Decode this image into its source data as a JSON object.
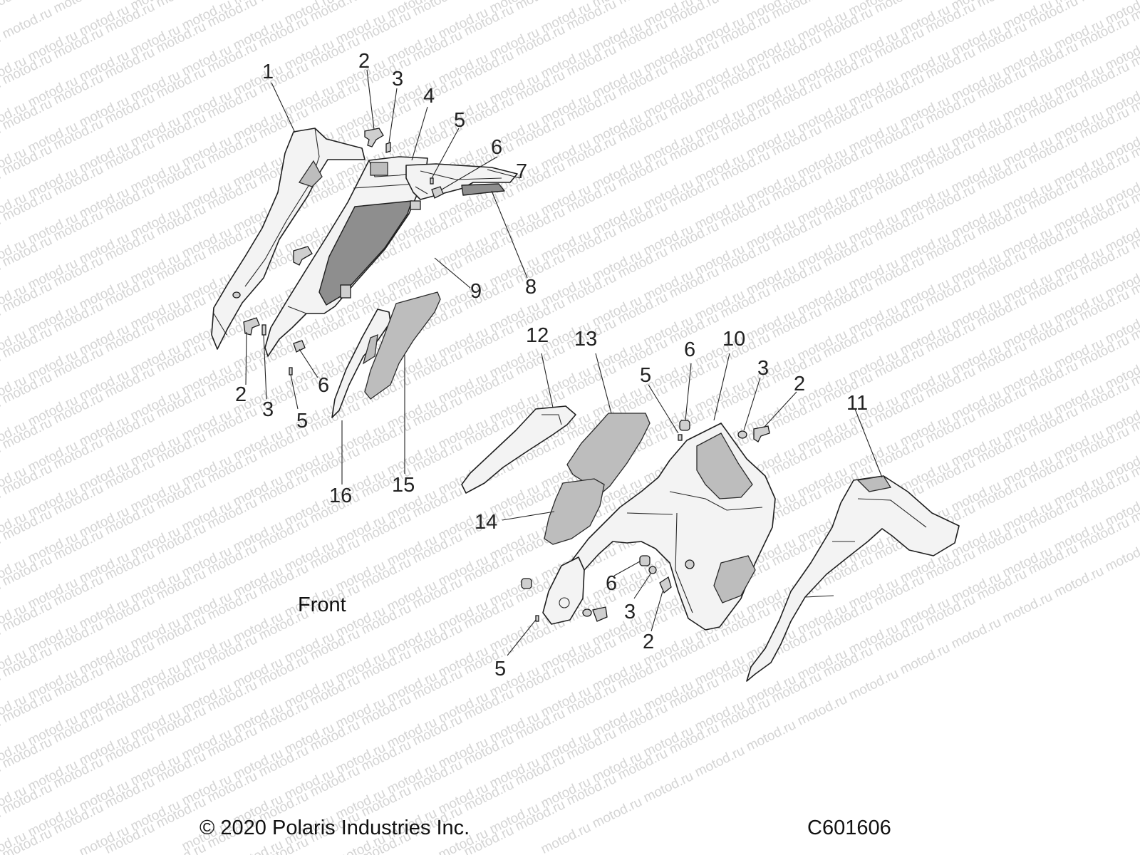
{
  "watermark": "motod.ru",
  "diagram": {
    "front_label": "Front",
    "copyright": "© 2020 Polaris Industries Inc.",
    "drawing_id": "C601606",
    "callouts": [
      "1",
      "2",
      "3",
      "4",
      "5",
      "6",
      "7",
      "8",
      "9",
      "2",
      "3",
      "5",
      "6",
      "16",
      "15",
      "12",
      "13",
      "5",
      "6",
      "10",
      "3",
      "2",
      "11",
      "14",
      "6",
      "3",
      "2",
      "5"
    ]
  },
  "colors": {
    "background": "#ffffff",
    "line": "#1f1f1f",
    "shade": "#8e8e8e",
    "watermark": "#d4d4d4"
  }
}
